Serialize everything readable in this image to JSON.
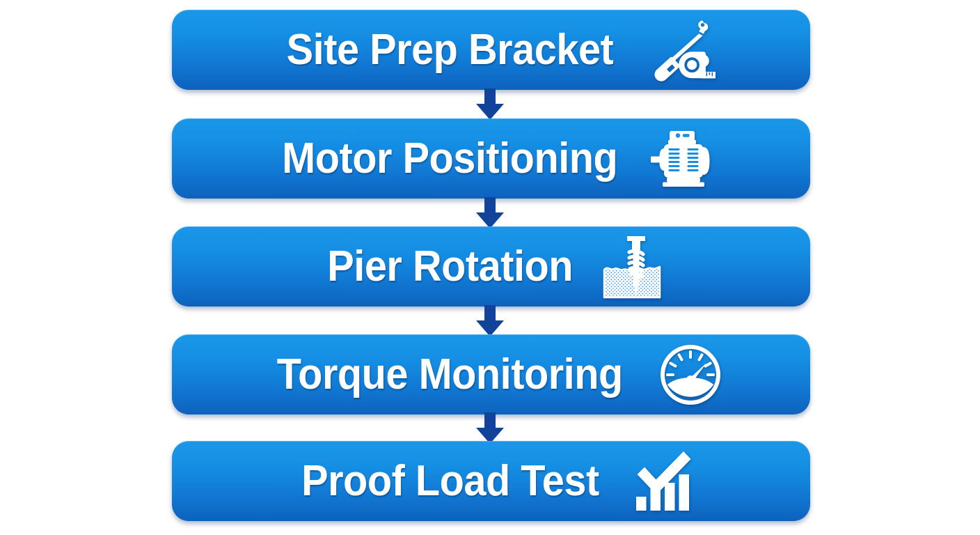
{
  "diagram": {
    "type": "vertical-flowchart",
    "title": "",
    "background_color": "#ffffff",
    "box_gradient_top": "#1b97e8",
    "box_gradient_bottom": "#0d62bd",
    "text_color": "#ffffff",
    "arrow_color": "#12439b",
    "steps": [
      {
        "index": 1,
        "label": "Site Prep Bracket",
        "icon": "shovel-measuring-tape-icon"
      },
      {
        "index": 2,
        "label": "Motor Positioning",
        "icon": "electric-motor-icon"
      },
      {
        "index": 3,
        "label": "Pier Rotation",
        "icon": "screw-pile-in-ground-icon"
      },
      {
        "index": 4,
        "label": "Torque Monitoring",
        "icon": "gauge-meter-icon"
      },
      {
        "index": 5,
        "label": "Proof Load Test",
        "icon": "checkmark-bar-chart-icon"
      }
    ],
    "connectors": [
      {
        "from": 1,
        "to": 2,
        "icon": "down-arrow-icon"
      },
      {
        "from": 2,
        "to": 3,
        "icon": "down-arrow-icon"
      },
      {
        "from": 3,
        "to": 4,
        "icon": "down-arrow-icon"
      },
      {
        "from": 4,
        "to": 5,
        "icon": "down-arrow-icon"
      }
    ]
  }
}
